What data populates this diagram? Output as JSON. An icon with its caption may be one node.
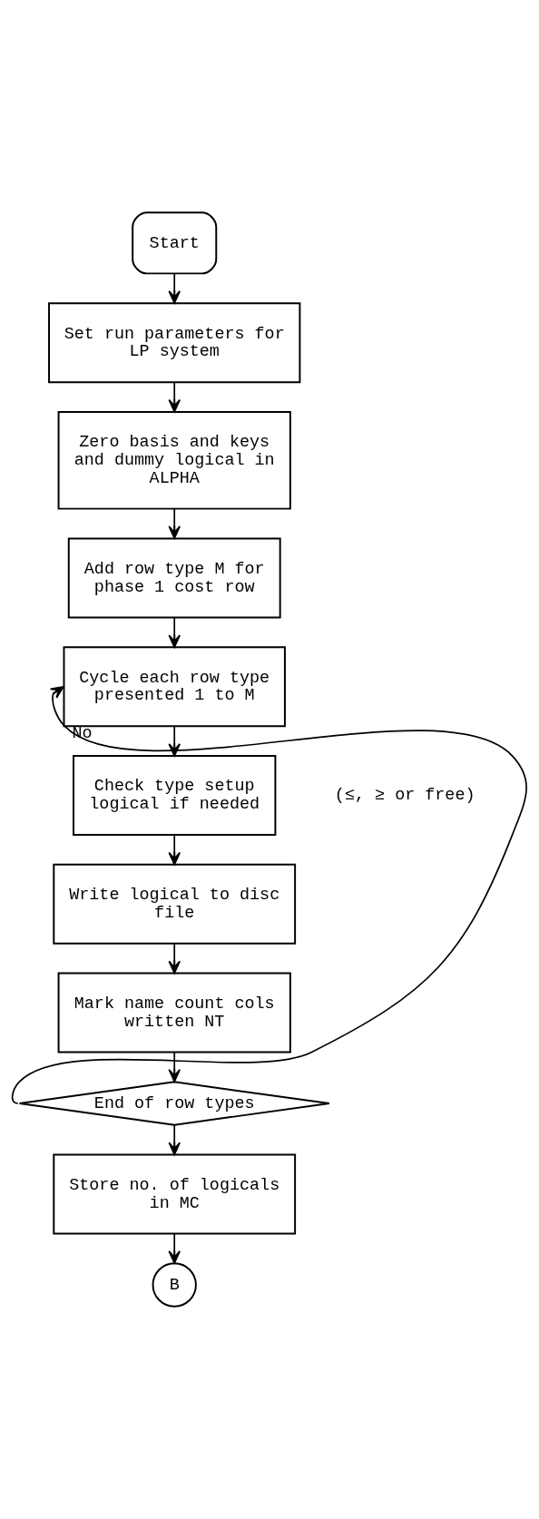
{
  "diagram": {
    "nodes": [
      {
        "text": [
          "Start"
        ]
      },
      {
        "text": [
          "Set run parameters for LP system"
        ]
      },
      {
        "text": [
          "Zero basis and keys and dummy logical in ALPHA"
        ]
      },
      {
        "text": [
          "Add row type M for phase 1 cost row"
        ]
      },
      {
        "text": [
          "Cycle each row type presented 1 to M"
        ]
      },
      {
        "text": [
          "Check type setup logical if needed"
        ],
        "beside": [
          "(≤, ≥ or free)"
        ]
      },
      {
        "text": [
          "Write logical to disc file"
        ]
      },
      {
        "text": [
          "Mark name count cols written NT"
        ]
      },
      {
        "text": [
          "End of row types"
        ]
      },
      {
        "text": [
          "Store no. of logicals in MC"
        ]
      },
      {
        "text": [
          "B"
        ]
      }
    ],
    "edges": [
      {
        "from": 0,
        "to": 1,
        "arrow": "to"
      },
      {
        "from": 1,
        "to": 2,
        "arrow": "to"
      },
      {
        "from": 2,
        "to": 3,
        "arrow": "to"
      },
      {
        "from": 3,
        "to": 4,
        "arrow": "to"
      },
      {
        "from": 4,
        "to": 5,
        "arrow": "to"
      },
      {
        "from": 5,
        "to": 6,
        "arrow": "to"
      },
      {
        "from": 6,
        "to": 7,
        "arrow": "to"
      },
      {
        "from": 7,
        "to": 8,
        "arrow": "to"
      },
      {
        "from": 8,
        "to": 4,
        "arrow": "to",
        "label": "No"
      },
      {
        "from": 8,
        "to": 9,
        "arrow": "to"
      },
      {
        "from": 9,
        "to": 10,
        "arrow": "to"
      }
    ]
  }
}
